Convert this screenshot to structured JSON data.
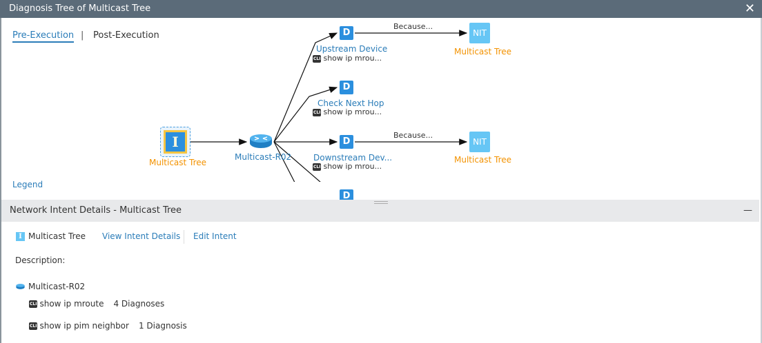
{
  "window": {
    "title": "Diagnosis Tree of Multicast Tree",
    "close": "✕"
  },
  "tabs": [
    {
      "label": "Pre-Execution",
      "active": true
    },
    {
      "label": "Post-Execution",
      "active": false
    }
  ],
  "tab_separator": "|",
  "legend": "Legend",
  "diagram": {
    "intent_node": {
      "icon": "I",
      "label": "Multicast Tree"
    },
    "device_node": {
      "label": "Multicast-R02"
    },
    "diagnoses": [
      {
        "icon": "D",
        "label": "Upstream Device",
        "cli": "show ip mrou..."
      },
      {
        "icon": "D",
        "label": "Check Next Hop",
        "cli": "show ip mrou..."
      },
      {
        "icon": "D",
        "label": "Downstream Dev...",
        "cli": "show ip mrou..."
      },
      {
        "icon": "D"
      }
    ],
    "nit_nodes": [
      {
        "icon": "NIT",
        "label": "Multicast Tree",
        "edge_label": "Because..."
      },
      {
        "icon": "NIT",
        "label": "Multicast Tree",
        "edge_label": "Because..."
      }
    ],
    "cli_badge": "CLI"
  },
  "details": {
    "title": "Network Intent Details - Multicast Tree",
    "collapse": "—",
    "intent_icon": "I",
    "intent_name": "Multicast Tree",
    "view_link": "View Intent Details",
    "edit_link": "Edit Intent",
    "description_label": "Description:",
    "device": "Multicast-R02",
    "commands": [
      {
        "cli": "show ip mroute",
        "count": "4 Diagnoses"
      },
      {
        "cli": "show ip pim neighbor",
        "count": "1 Diagnosis"
      }
    ]
  },
  "colors": {
    "titlebar": "#5b6b79",
    "link": "#2a7cb8",
    "intent_label": "#f39200",
    "diag_node": "#2b8fde",
    "nit_node": "#66c6f5"
  }
}
